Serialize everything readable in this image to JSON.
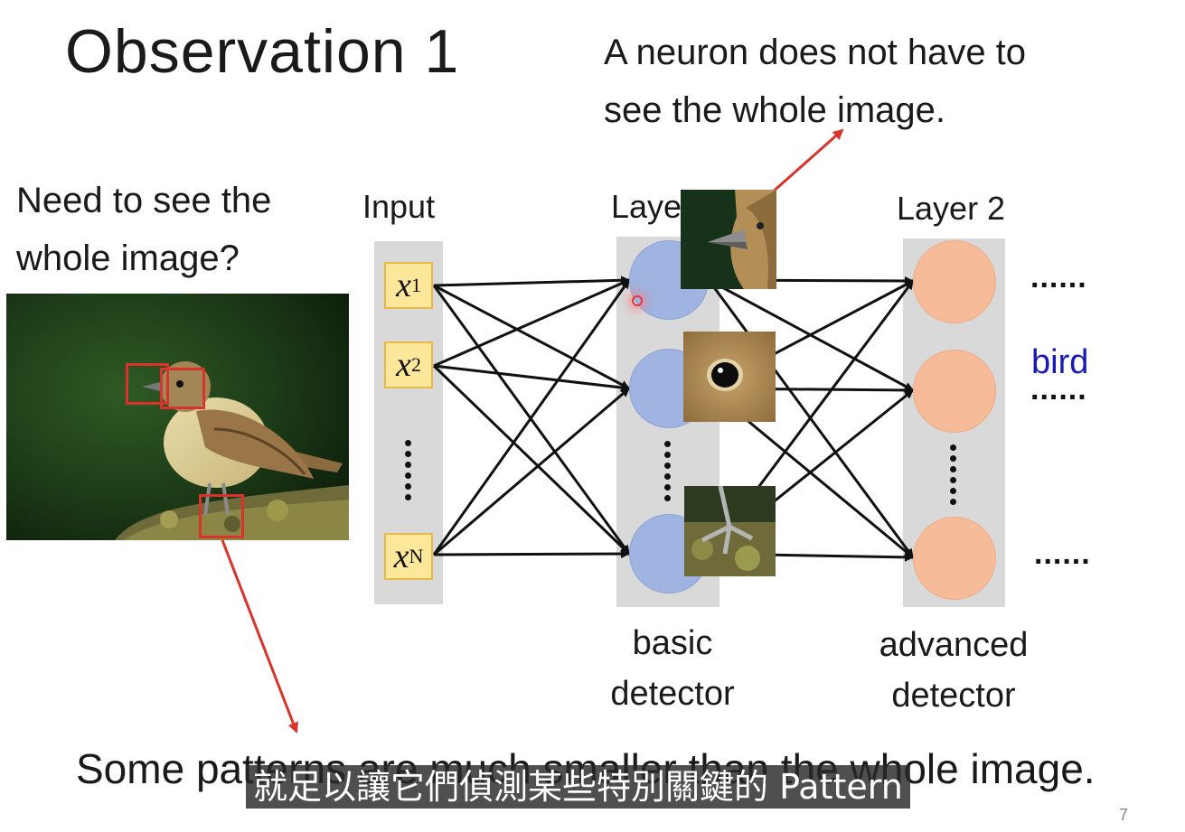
{
  "slide": {
    "title": "Observation 1",
    "note_line1": "A neuron does not have to",
    "note_line2": "see the whole image.",
    "question_line1": "Need to see the",
    "question_line2": "whole image?",
    "bottom_text": "Some patterns are much smaller than the whole image.",
    "page_number": "7"
  },
  "network": {
    "input_label": "Input",
    "layer1_label": "Layer 1",
    "layer2_label": "Layer 2",
    "inputs": [
      {
        "var": "x",
        "sub": "1"
      },
      {
        "var": "x",
        "sub": "2"
      },
      {
        "var": "x",
        "sub": "N"
      }
    ],
    "right_dots_top": "......",
    "right_dots_mid": "......",
    "right_dots_bottom": "......",
    "bird_label": "bird",
    "basic_line1": "basic",
    "basic_line2": "detector",
    "advanced_line1": "advanced",
    "advanced_line2": "detector"
  },
  "caption": {
    "text": "就足以讓它們偵測某些特別關鍵的 Pattern"
  },
  "colors": {
    "input_fill": "#fde79a",
    "layer1_neuron": "#9fb4e0",
    "layer2_neuron": "#f6bb98",
    "band": "#d9d9d9",
    "annotation_red": "#d9342b",
    "bird_text": "#1a1ab8"
  }
}
